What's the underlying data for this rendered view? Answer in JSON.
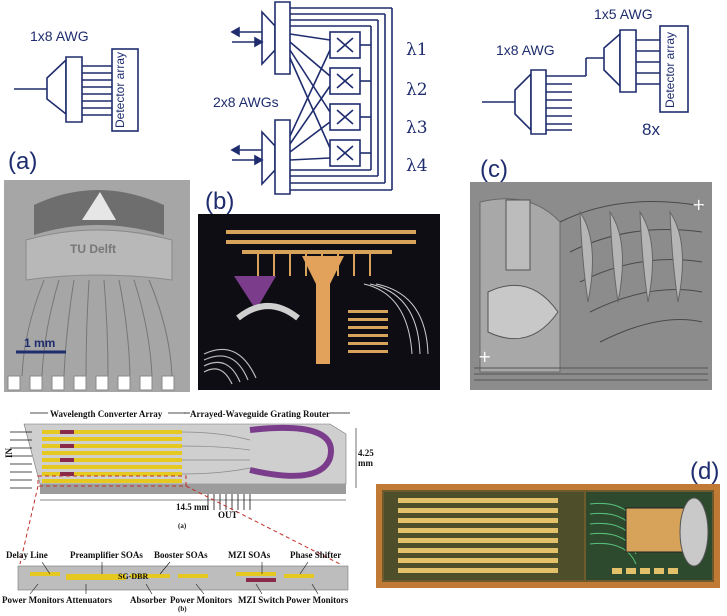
{
  "colors": {
    "diagram_line": "#1f2d6e",
    "chip_dark": "#0e0d14",
    "gold": "#d7a25a",
    "purple": "#7b3d8b",
    "photo_gray": "#9a9a9a"
  },
  "schematic_a": {
    "title": "1x8 AWG",
    "box": "Detector array"
  },
  "schematic_b": {
    "label": "2x8 AWGs",
    "wavelengths": [
      "λ1",
      "λ2",
      "λ3",
      "λ4"
    ]
  },
  "schematic_c": {
    "awg1": "1x8 AWG",
    "awg2": "1x5 AWG",
    "box": "Detector array",
    "mult": "8x"
  },
  "panel_labels": {
    "a": "(a)",
    "b": "(b)",
    "c": "(c)",
    "d": "(d)"
  },
  "photo_a": {
    "logo": "TU Delft",
    "scale": "1 mm"
  },
  "figure_lower": {
    "header_left": "Wavelength Converter Array",
    "header_right": "Arrayed-Waveguide Grating Router",
    "in_label": "IN",
    "out_label": "OUT",
    "width": "14.5 mm",
    "height": "4.25 mm",
    "sub_a": "(a)",
    "sub_b": "(b)",
    "top_labels": [
      "Delay Line",
      "Preamplifier SOAs",
      "Booster SOAs",
      "MZI SOAs",
      "Phase Shifter"
    ],
    "bottom_labels": [
      "Power Monitors",
      "Attenuators",
      "Absorber",
      "Power Monitors",
      "MZI Switch",
      "Power Monitors"
    ],
    "sgdbr": "SG-DBR"
  }
}
